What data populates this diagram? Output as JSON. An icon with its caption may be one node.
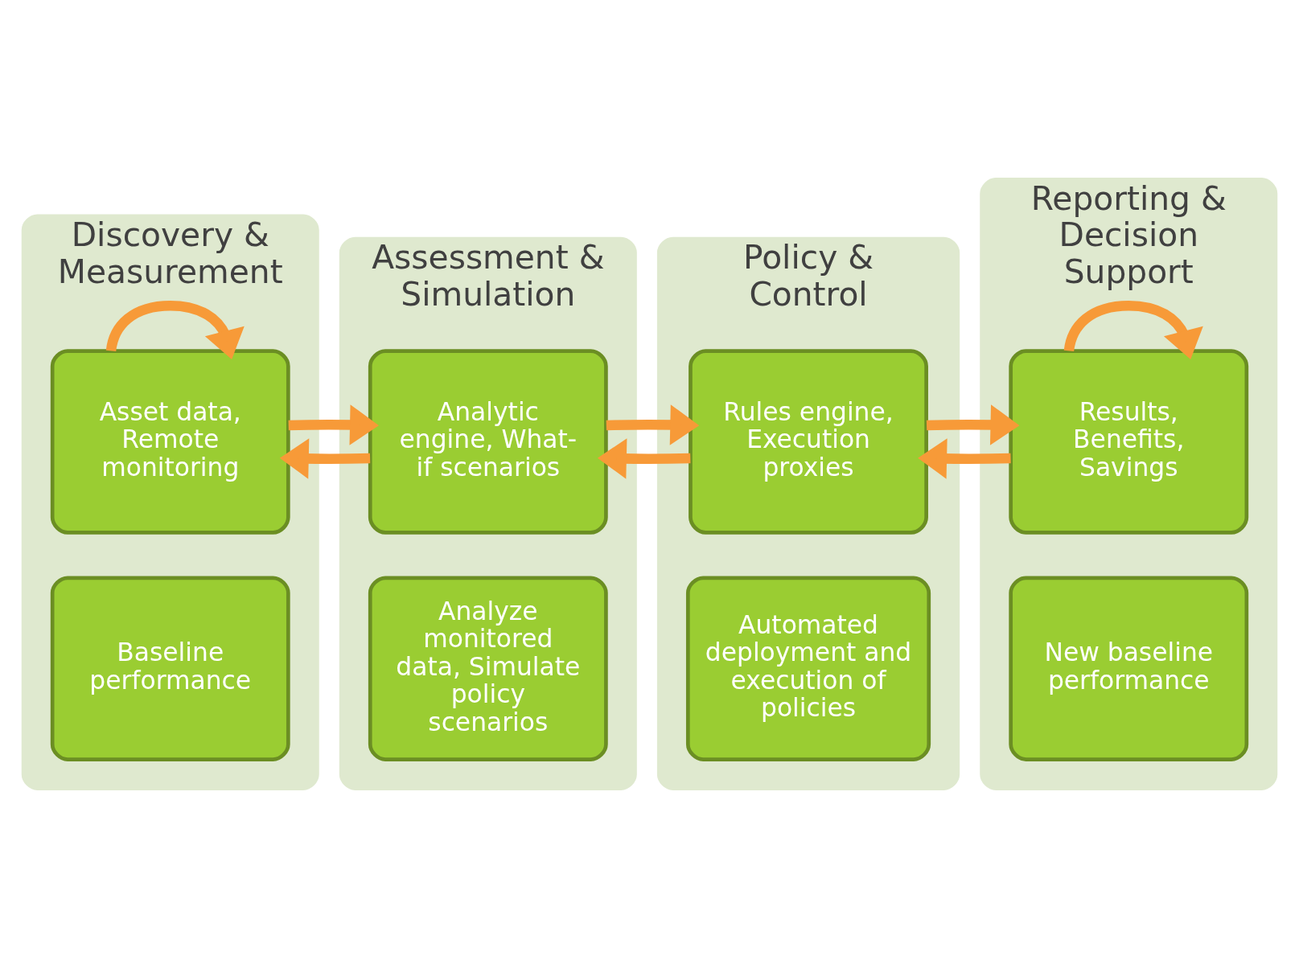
{
  "diagram": {
    "nodes": [
      {
        "text": [
          "Discovery & Measurement"
        ]
      },
      {
        "text": [
          "Asset data, Remote monitoring"
        ],
        "in": 0
      },
      {
        "text": [
          "Baseline performance"
        ],
        "in": 0
      },
      {
        "text": [
          "Assessment & Simulation"
        ]
      },
      {
        "text": [
          "Analytic engine, What-if scenarios"
        ],
        "in": 3
      },
      {
        "text": [
          "Analyze monitored data, Simulate policy scenarios"
        ],
        "in": 3
      },
      {
        "text": [
          "Policy & Control"
        ]
      },
      {
        "text": [
          "Rules engine, Execution proxies"
        ],
        "in": 6
      },
      {
        "text": [
          "Automated deployment and execution of policies"
        ],
        "in": 6
      },
      {
        "text": [
          "Reporting & Decision Support"
        ]
      },
      {
        "text": [
          "Results, Benefits, Savings"
        ],
        "in": 9
      },
      {
        "text": [
          "New baseline performance"
        ],
        "in": 9
      }
    ],
    "edges": [
      {
        "from": 1,
        "to": 1,
        "arrow": "to"
      },
      {
        "from": 1,
        "to": 4,
        "arrow": "to"
      },
      {
        "from": 4,
        "to": 7,
        "arrow": "to"
      },
      {
        "from": 7,
        "to": 10,
        "arrow": "to"
      },
      {
        "from": 10,
        "to": 10,
        "arrow": "to"
      },
      {
        "from": 10,
        "to": 7,
        "arrow": "to"
      },
      {
        "from": 7,
        "to": 4,
        "arrow": "to"
      },
      {
        "from": 4,
        "to": 1,
        "arrow": "to"
      }
    ]
  }
}
